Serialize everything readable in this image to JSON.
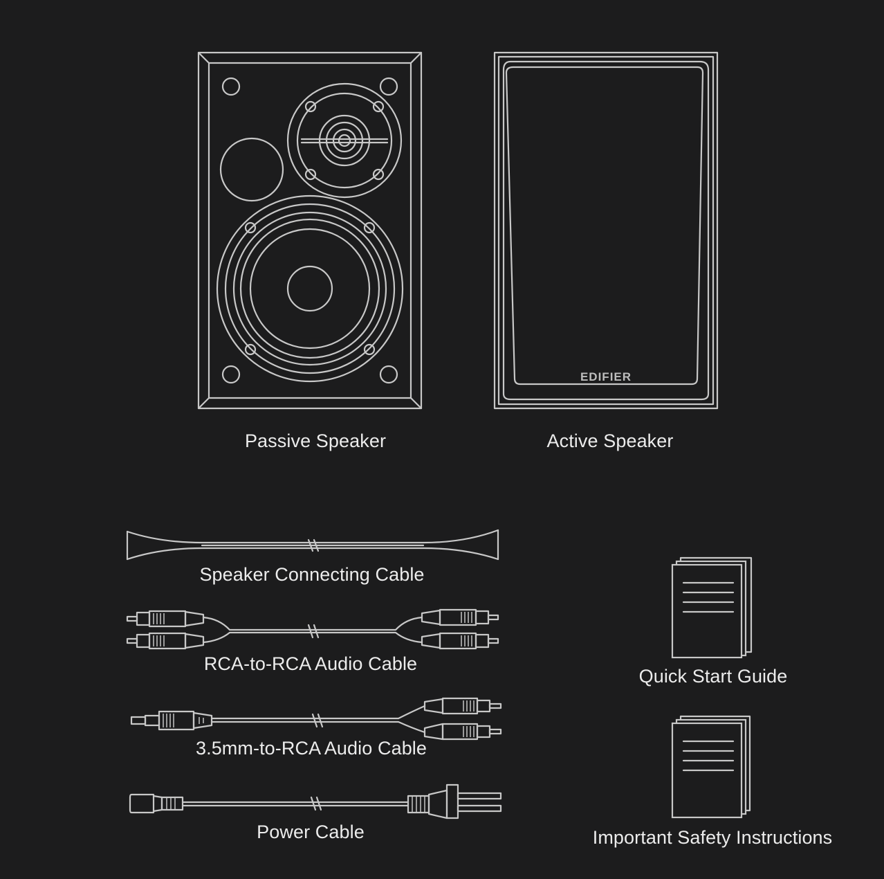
{
  "items": {
    "passive_speaker": {
      "label": "Passive Speaker",
      "icon": "passive-speaker-icon"
    },
    "active_speaker": {
      "label": "Active Speaker",
      "icon": "active-speaker-icon",
      "brand_text": "EDIFIER"
    },
    "speaker_cable": {
      "label": "Speaker Connecting Cable",
      "icon": "speaker-cable-icon"
    },
    "rca_cable": {
      "label": "RCA-to-RCA Audio Cable",
      "icon": "rca-cable-icon"
    },
    "aux_cable": {
      "label": "3.5mm-to-RCA Audio Cable",
      "icon": "aux-rca-cable-icon"
    },
    "power_cable": {
      "label": "Power Cable",
      "icon": "power-cable-icon"
    },
    "quick_start": {
      "label": "Quick Start Guide",
      "icon": "document-icon"
    },
    "safety": {
      "label": "Important Safety Instructions",
      "icon": "document-icon"
    }
  },
  "colors": {
    "background": "#1c1c1d",
    "line": "#c8c8c8",
    "text": "#ececec"
  }
}
